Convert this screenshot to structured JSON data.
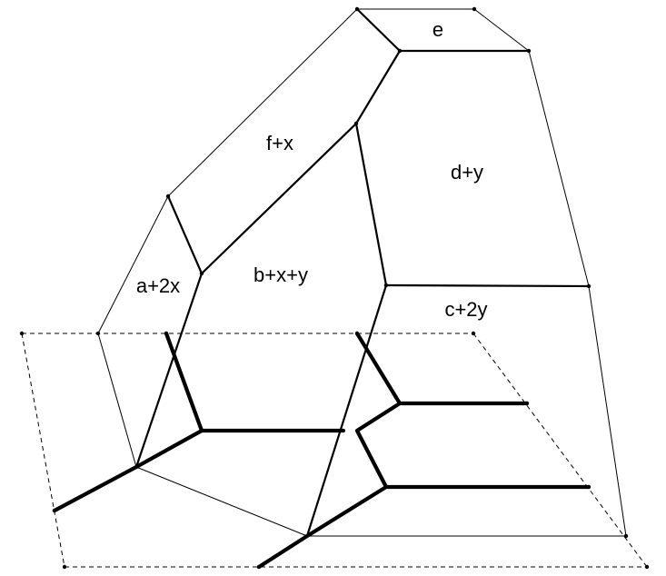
{
  "labels": {
    "e": "e",
    "f_x": "f+x",
    "d_y": "d+y",
    "a_2x": "a+2x",
    "b_x_y": "b+x+y",
    "c_2y": "c+2y"
  }
}
